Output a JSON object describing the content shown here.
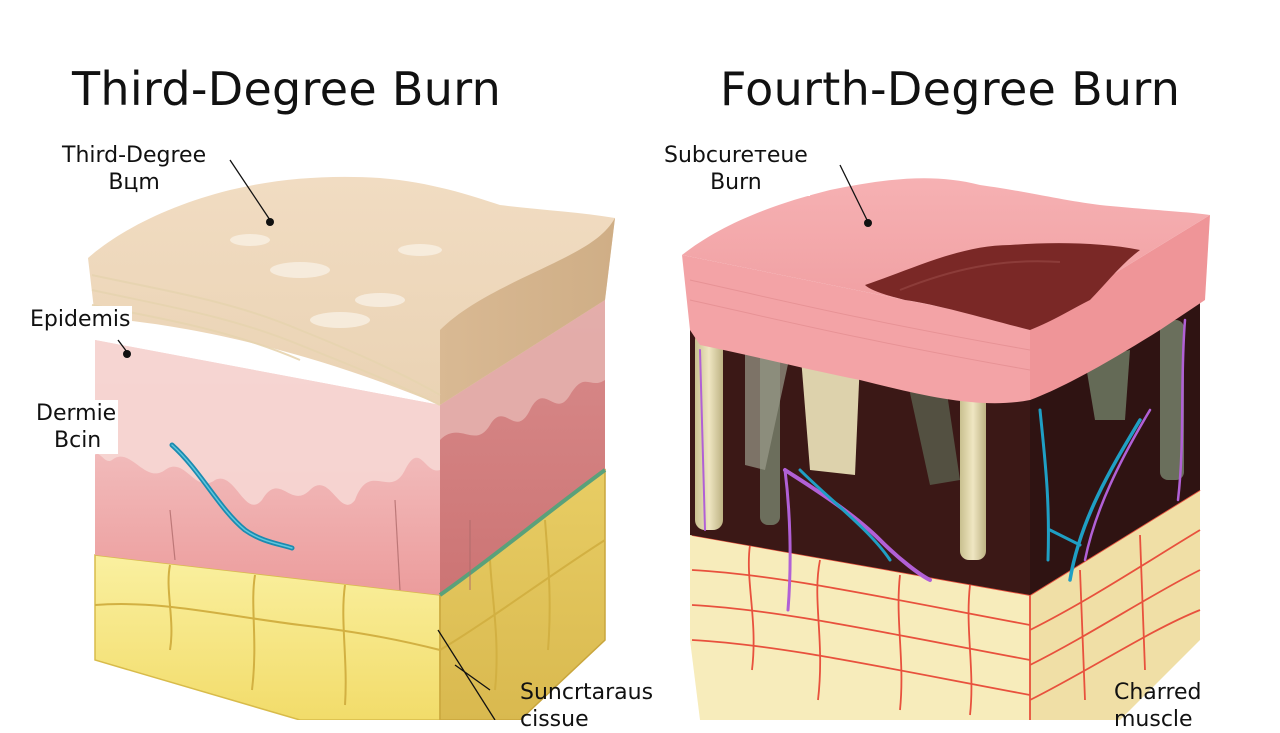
{
  "left_panel": {
    "title": "Third-Degree Burn",
    "labels": {
      "surface_line1": "Third-Degree",
      "surface_line2": "Bцm",
      "epidermis": "Epidemis",
      "dermis_line1": "Dermie",
      "dermis_line2": "Bcin",
      "subcutaneous_line1": "Suncrtaraus",
      "subcutaneous_line2": "cissue"
    },
    "layers": [
      {
        "name": "burned surface / eschar",
        "color": "#efd9bd"
      },
      {
        "name": "epidermis",
        "color": "#f4cccb"
      },
      {
        "name": "dermis",
        "color": "#ee9e9e"
      },
      {
        "name": "subcutaneous fat",
        "color": "#f6e47c"
      }
    ]
  },
  "right_panel": {
    "title": "Fourth-Degree Burn",
    "labels": {
      "surface_line1": "Subcureтeue",
      "surface_line2": "Burn",
      "charred_line1": "Charred",
      "charred_line2": "muscle"
    },
    "layers": [
      {
        "name": "skin surface",
        "color": "#f3a3a6"
      },
      {
        "name": "charred crater",
        "color": "#7a2826"
      },
      {
        "name": "charred tissue",
        "color": "#3b1816"
      },
      {
        "name": "fat with vessels",
        "color": "#f7ecbb"
      }
    ],
    "vessel_colors": {
      "vein": "#1f9fc4",
      "nerve": "#b160d6",
      "capillary": "#e8513d"
    }
  }
}
